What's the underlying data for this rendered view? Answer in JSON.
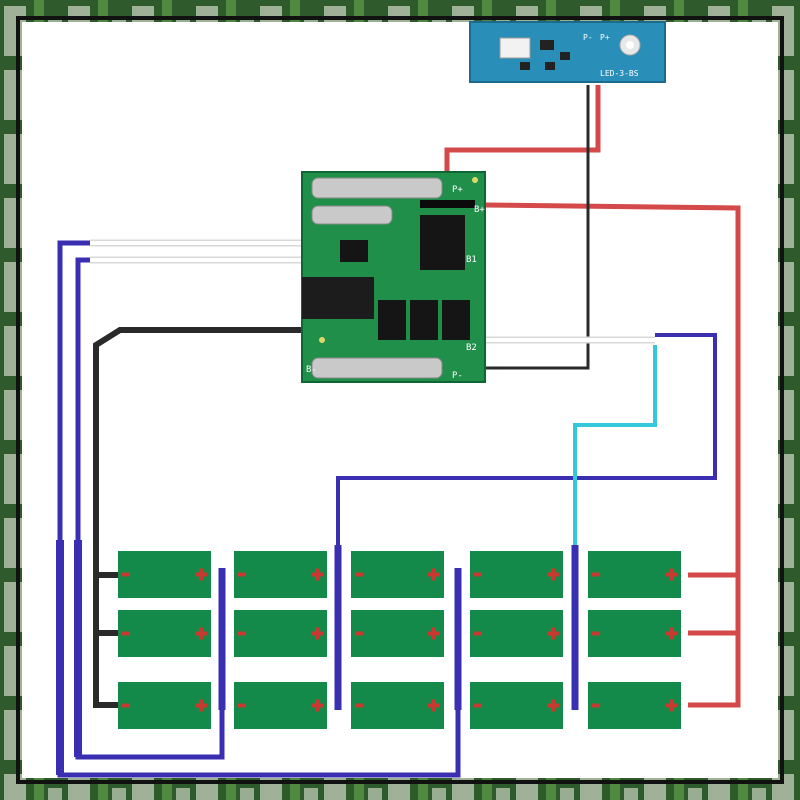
{
  "colors": {
    "background": "#ffffff",
    "border_pattern_dark": "#2f5a2c",
    "border_pattern_light": "#cfd7c6",
    "pcb_green": "#1f8f4a",
    "led_board_blue": "#2a8fb8",
    "cell_green": "#138a4a",
    "wire_red": "#d44a4a",
    "wire_black": "#2a2a2a",
    "wire_blue": "#3a2fb0",
    "wire_cyan": "#35c8d8",
    "wire_white": "#f4f4f4",
    "terminal": "#c8392f"
  },
  "bms_board": {
    "name": "bms-pcb",
    "labels": {
      "p_plus": "P+",
      "b_plus": "B+",
      "b1": "B1",
      "b2": "B2",
      "b_minus": "B-",
      "p_minus": "P-"
    }
  },
  "led_board": {
    "name": "led-indicator-board",
    "labels": {
      "p_minus": "P-",
      "p_plus": "P+",
      "model": "LED-3-BS"
    }
  },
  "cells": {
    "rows": 3,
    "columns": 5,
    "count": 15
  }
}
